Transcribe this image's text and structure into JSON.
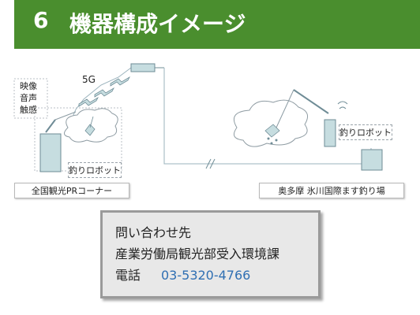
{
  "header": {
    "number": "6",
    "title": "機器構成イメージ"
  },
  "diagram": {
    "media_labels": [
      "映像",
      "音声",
      "触感"
    ],
    "signal_label": "5G",
    "robot_label_left": "釣りロボット",
    "robot_label_right": "釣りロボット",
    "venue_left": "全国観光PRコーナー",
    "venue_right": "奥多摩 氷川国際ます釣り場"
  },
  "contact": {
    "heading": "問い合わせ先",
    "department": "産業労働局観光部受入環境課",
    "tel_label": "電話",
    "tel_number": "03-5320-4766"
  },
  "colors": {
    "header_bg": "#4a8e2e",
    "tel_number": "#2f6fb3",
    "device_teal": "#c6dde0"
  }
}
